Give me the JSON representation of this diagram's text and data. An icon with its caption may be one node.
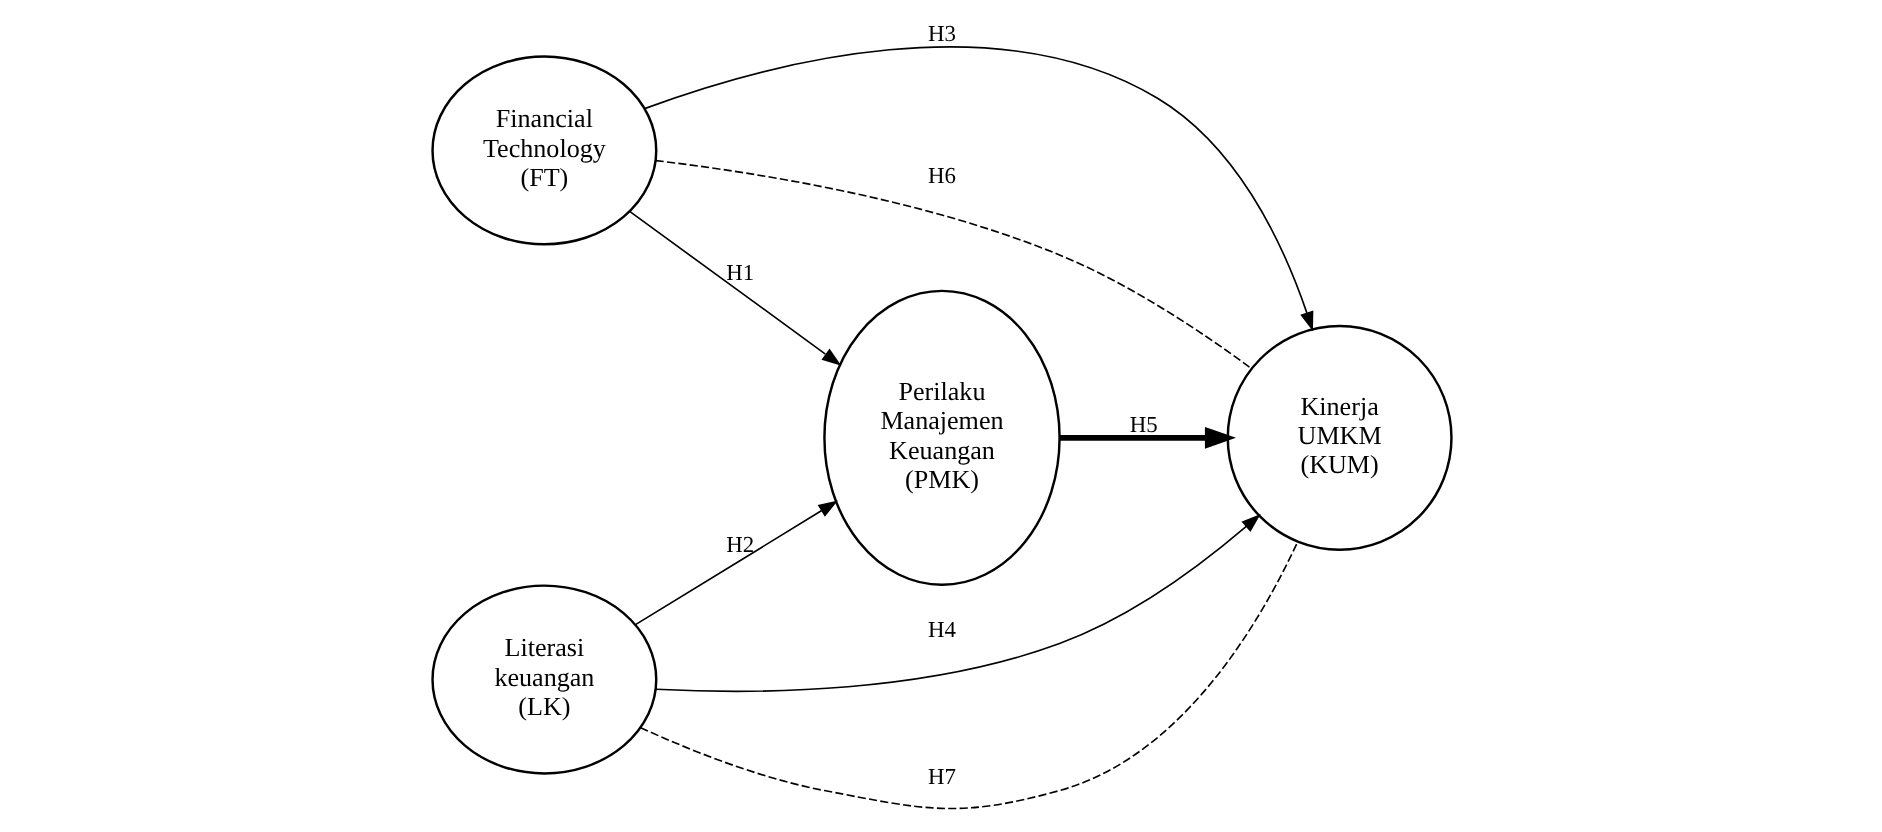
{
  "diagram": {
    "nodes": [
      {
        "text": [
          "Financial Technology (FT)"
        ]
      },
      {
        "text": [
          "Literasi keuangan (LK)"
        ]
      },
      {
        "text": [
          "Perilaku Manajemen Keuangan (PMK)"
        ]
      },
      {
        "text": [
          "Kinerja UMKM (KUM)"
        ]
      }
    ],
    "edges": [
      {
        "from": 0,
        "to": 3,
        "arrow": "to",
        "label": "H3"
      },
      {
        "from": 0,
        "to": 3,
        "arrow": "none",
        "label": "H6",
        "style": "dashed"
      },
      {
        "from": 0,
        "to": 2,
        "arrow": "to",
        "label": "H1"
      },
      {
        "from": 2,
        "to": 3,
        "arrow": "to",
        "label": "H5",
        "style": "thick"
      },
      {
        "from": 1,
        "to": 2,
        "arrow": "to",
        "label": "H2"
      },
      {
        "from": 1,
        "to": 3,
        "arrow": "none",
        "label": "H7",
        "style": "dashed"
      },
      {
        "from": 1,
        "to": 3,
        "arrow": "to",
        "label": "H4"
      }
    ]
  }
}
